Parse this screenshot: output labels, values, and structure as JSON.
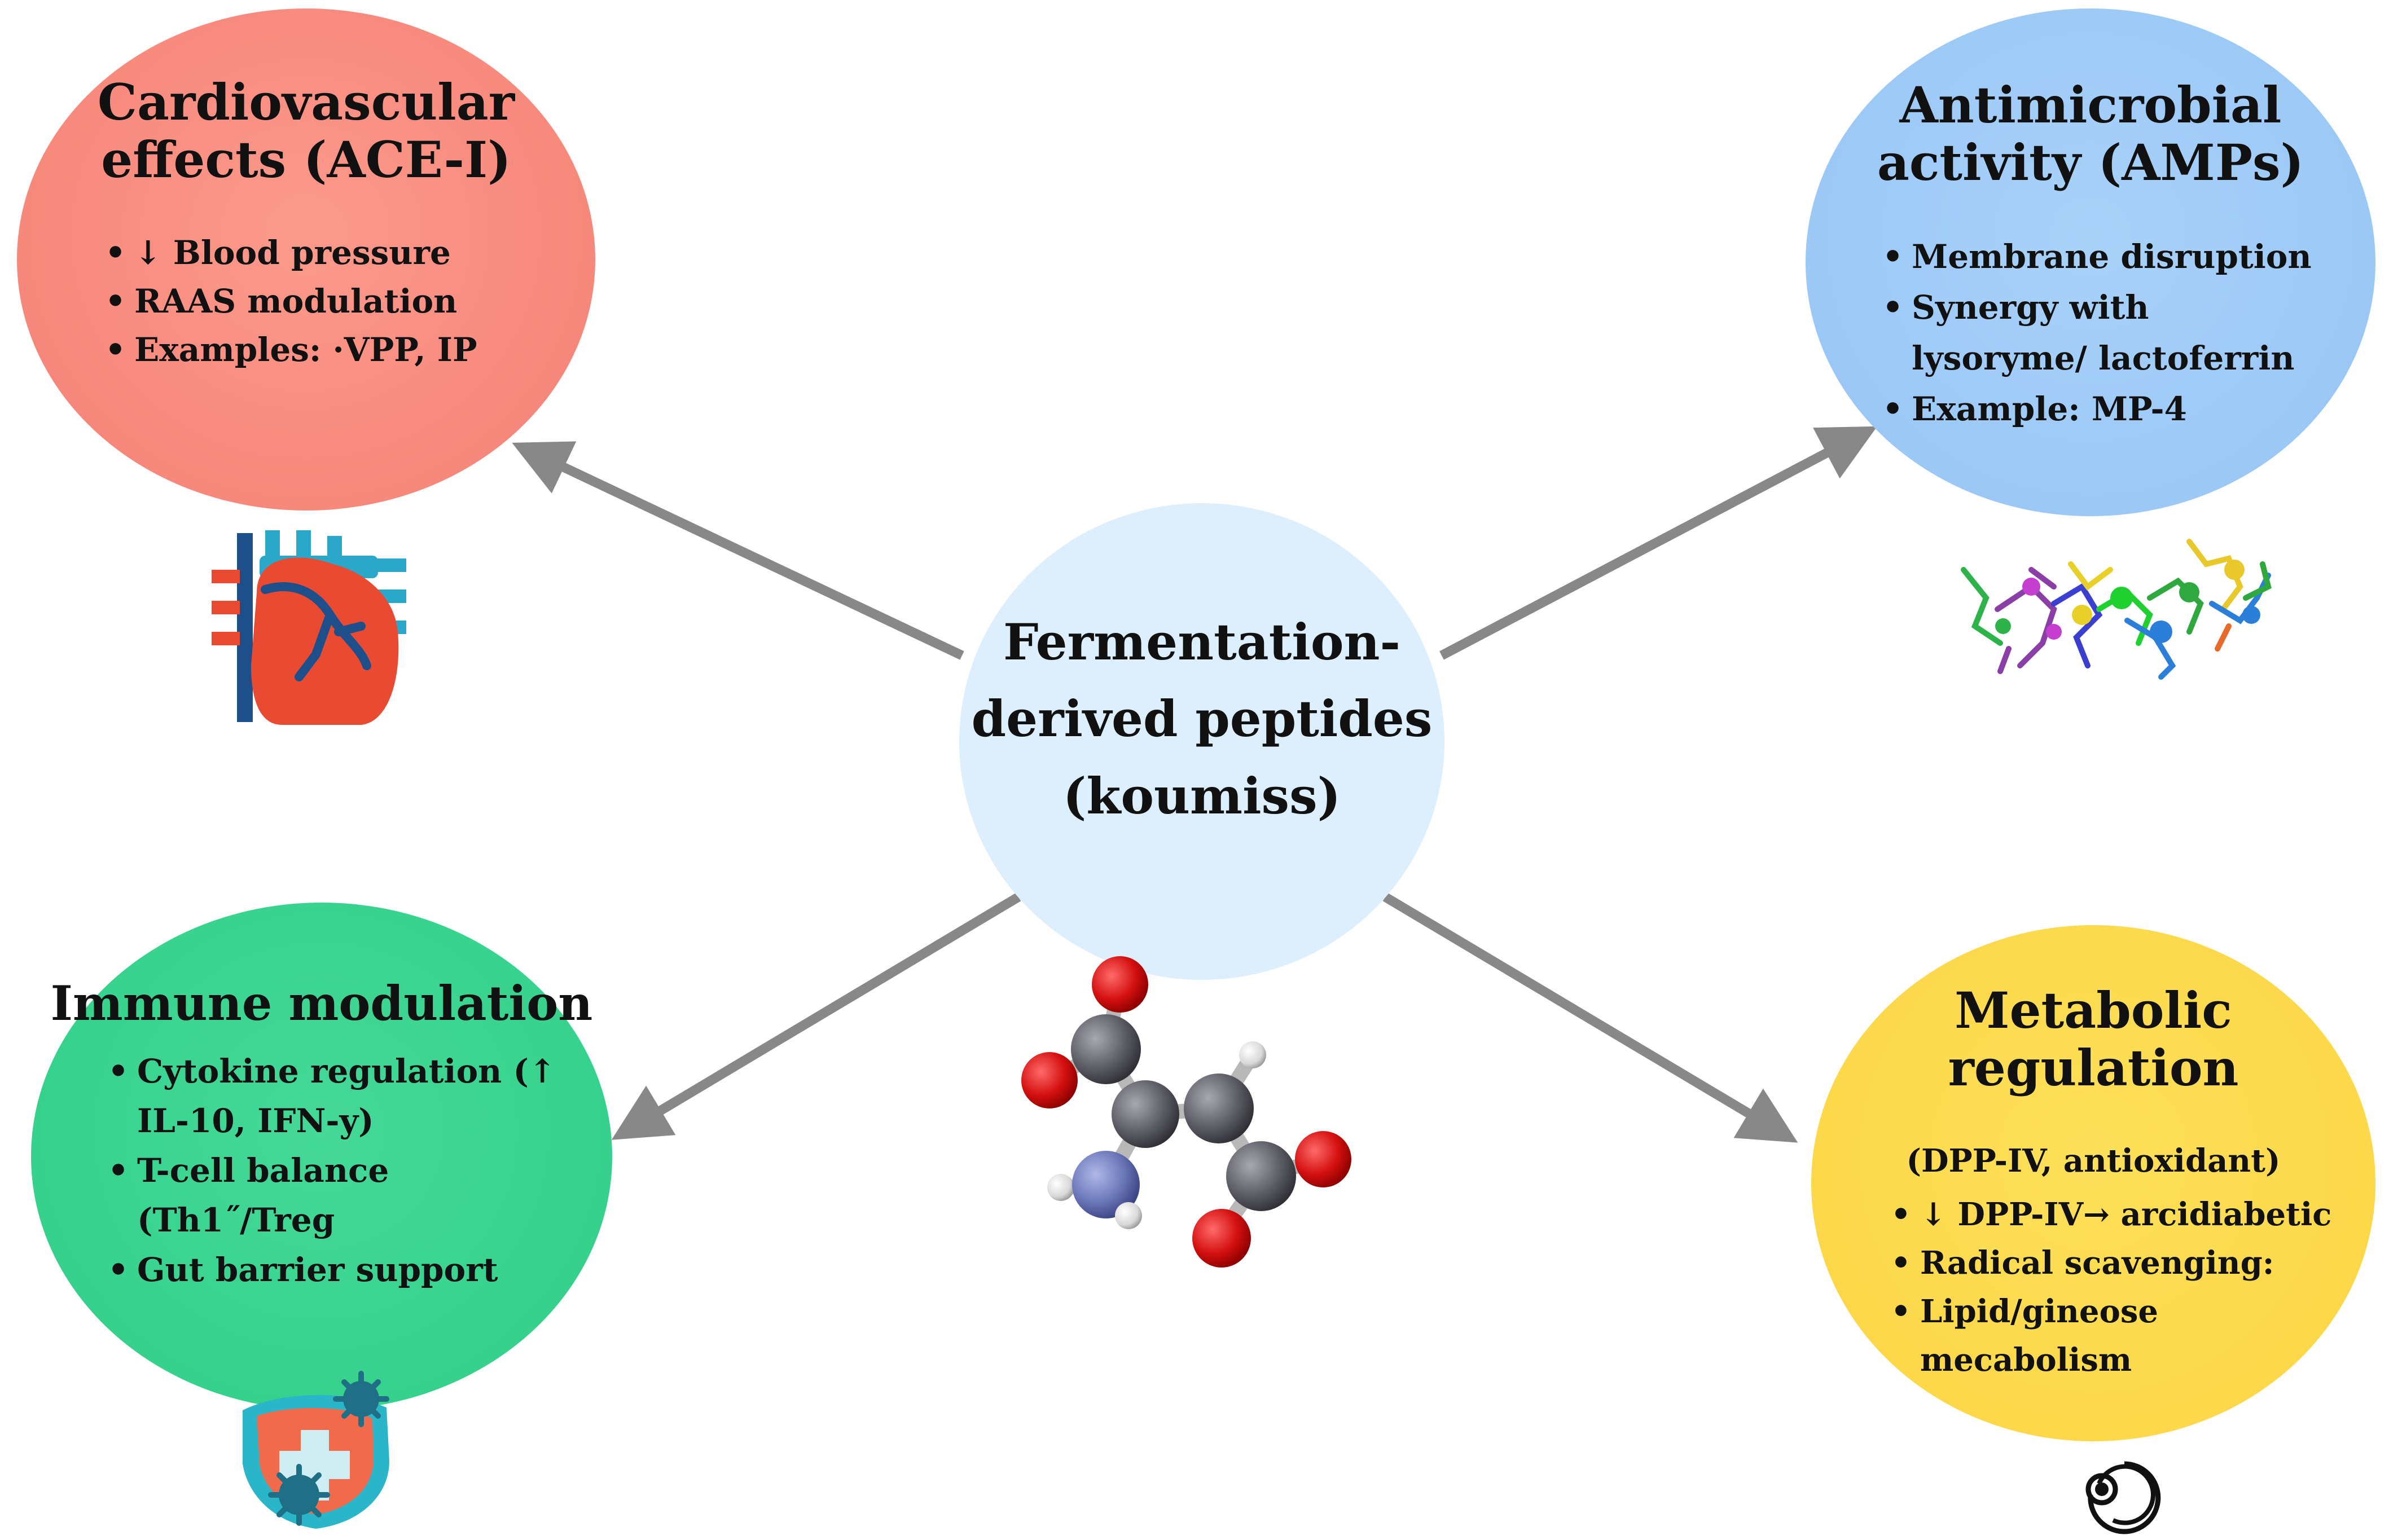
{
  "center": {
    "title_lines": [
      "Fermentation-",
      "derived peptides",
      "(koumiss)"
    ]
  },
  "nodes": {
    "cardiovascular": {
      "title_lines": [
        "Cardiovascular",
        "effects (ACE-I)"
      ],
      "bullets": [
        "↓ Blood pressure",
        "RAAS modulation",
        "Examples: ·VPP, IP"
      ],
      "fill": "#f98c80",
      "icon": "heart-icon"
    },
    "antimicrobial": {
      "title_lines": [
        "Antimicrobial",
        "activity (AMPs)"
      ],
      "bullets": [
        "Membrane disruption",
        "Synergy with lysoryme/ lactoferrin",
        "Example: MP-4"
      ],
      "fill": "#9fcbf7",
      "icon": "peptide-structure-icon"
    },
    "immune": {
      "title_lines": [
        "Immune modulation"
      ],
      "bullets": [
        "Cytokine regulation (↑ IL-10, IFN-y)",
        "T-cell balance (Th1˝/Treg",
        "Gut barrier support"
      ],
      "fill": "#37d38f",
      "icon": "shield-cross-icon"
    },
    "metabolic": {
      "title_lines": [
        "Metabolic",
        "regulation"
      ],
      "subtitle": "(DPP-IV, antioxidant)",
      "bullets": [
        "↓ DPP-IV→ arcidiabetic",
        "Radical scavenging:",
        "Lipid/gineose mecabolism"
      ],
      "fill": "#fcd94a",
      "icon": "target-icon"
    }
  },
  "center_fill": "#ddeffc",
  "arrow_color": "#888888",
  "molecule_icon": "molecule-icon"
}
